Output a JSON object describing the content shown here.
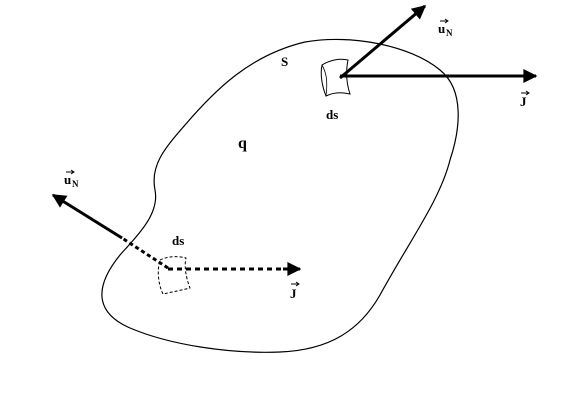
{
  "diagram": {
    "surface_label": "S",
    "charge_label": "q",
    "element_top_label": "ds",
    "element_bottom_label": "ds",
    "normal_top": {
      "base": "u",
      "subscript": "N"
    },
    "normal_left": {
      "base": "u",
      "subscript": "N"
    },
    "current_right": "J",
    "current_bottom": "J",
    "colors": {
      "stroke": "#000000",
      "background": "#ffffff"
    }
  }
}
